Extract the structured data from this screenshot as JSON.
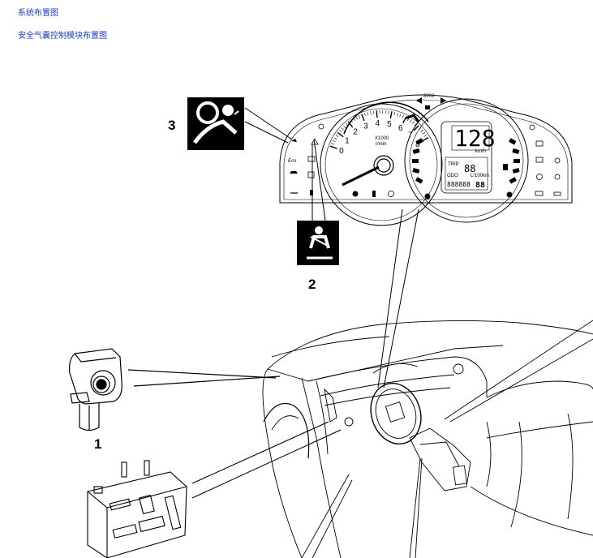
{
  "breadcrumbs": {
    "system_layout": "系统布置图",
    "airbag_module_layout": "安全气囊控制模块布置图"
  },
  "callouts": {
    "label_1": "1",
    "label_2": "2",
    "label_3": "3"
  },
  "cluster": {
    "tacho_unit": "X1000",
    "tacho_unit2": "r/min",
    "tacho_ticks": [
      "0",
      "1",
      "2",
      "3",
      "4",
      "5",
      "6",
      "7",
      "8"
    ],
    "speed_value": "128",
    "speed_unit": "km/h",
    "trip_label": "TRIP",
    "trip_value": "88",
    "odo_value": "888888",
    "odo_unit": "L/100km",
    "odo_label": "ODO",
    "gear_value": "88",
    "top_indicator": "3003"
  },
  "colors": {
    "line": "#000000",
    "link": "#1a3fc4",
    "icon_bg": "#000000"
  }
}
